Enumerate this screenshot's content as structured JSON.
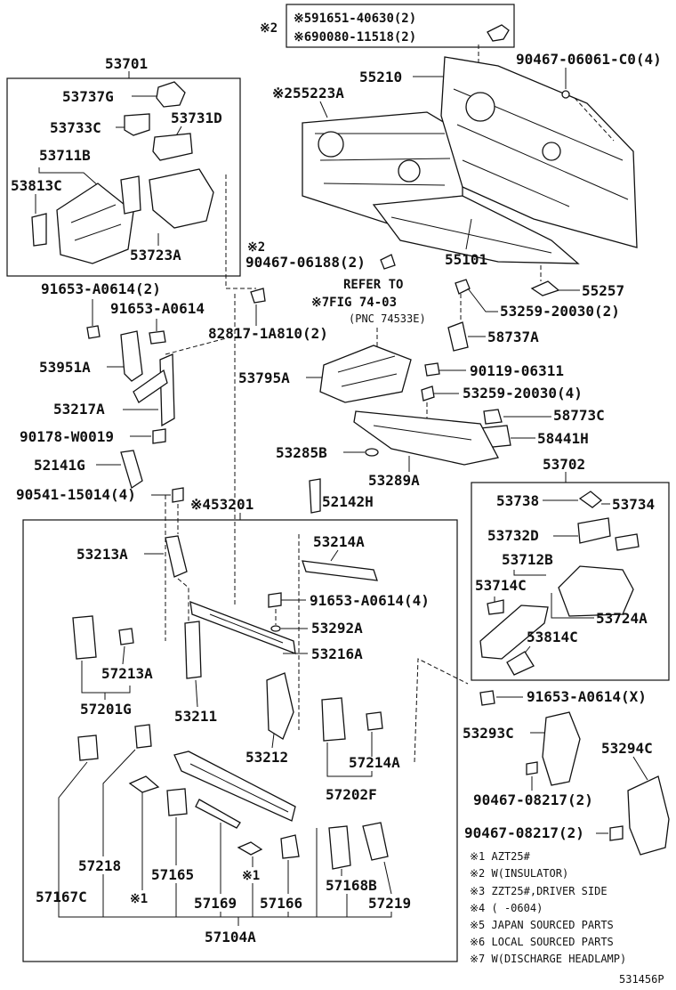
{
  "header_box": {
    "marker": "※2",
    "line1": "※591651-40630(2)",
    "line2": "※690080-11518(2)"
  },
  "labels": {
    "p53701": "53701",
    "p53737G": "53737G",
    "p53733C": "53733C",
    "p53731D": "53731D",
    "p53711B": "53711B",
    "p53813C": "53813C",
    "p53723A": "53723A",
    "p55210": "55210",
    "p55223A": "※255223A",
    "p90467_06061": "90467-06061-C0(4)",
    "p90467_06188": "90467-06188(2)",
    "p90467_06188_mark": "※2",
    "p55101": "55101",
    "p55257": "55257",
    "p91653_A0614_2": "91653-A0614(2)",
    "p91653_A0614": "91653-A0614",
    "p82817": "82817-1A810(2)",
    "refer1": "REFER TO",
    "refer2": "※7FIG 74-03",
    "refer3": "(PNC 74533E)",
    "p53259_2": "53259-20030(2)",
    "p58737A": "58737A",
    "p53951A": "53951A",
    "p53795A": "53795A",
    "p90119": "90119-06311",
    "p53259_4": "53259-20030(4)",
    "p53217A": "53217A",
    "p58773C": "58773C",
    "p90178": "90178-W0019",
    "p58441H": "58441H",
    "p52141G": "52141G",
    "p53285B": "53285B",
    "p53289A": "53289A",
    "p53702": "53702",
    "p90541": "90541-15014(4)",
    "p52142H": "52142H",
    "p53201": "※453201",
    "p53738": "53738",
    "p53734": "53734",
    "p53213A": "53213A",
    "p53214A": "53214A",
    "p53732D": "53732D",
    "p53712B": "53712B",
    "p91653_A0614_4": "91653-A0614(4)",
    "p53714C": "53714C",
    "p53724A": "53724A",
    "p53292A": "53292A",
    "p53814C": "53814C",
    "p57213A": "57213A",
    "p53216A": "53216A",
    "p91653_A0614_X": "91653-A0614(X)",
    "p57201G": "57201G",
    "p53211": "53211",
    "p53293C": "53293C",
    "p53294C": "53294C",
    "p53212": "53212",
    "p57214A": "57214A",
    "p57202F": "57202F",
    "p90467_08217_a": "90467-08217(2)",
    "p90467_08217_b": "90467-08217(2)",
    "p57218": "57218",
    "p57165": "57165",
    "p57168B": "57168B",
    "p57219": "57219",
    "p57167C": "57167C",
    "p57169": "57169",
    "p57166": "57166",
    "mark1a": "※1",
    "mark1b": "※1",
    "p57104A": "57104A"
  },
  "notes": [
    "※1 AZT25#",
    "※2 W(INSULATOR)",
    "※3 ZZT25#,DRIVER SIDE",
    "※4 (    -0604)",
    "※5 JAPAN SOURCED PARTS",
    "※6 LOCAL SOURCED PARTS",
    "※7 W(DISCHARGE HEADLAMP)"
  ],
  "footer_code": "531456P"
}
